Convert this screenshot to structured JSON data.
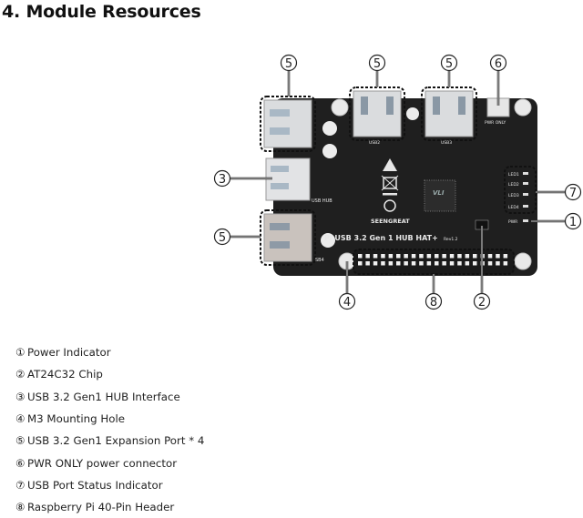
{
  "title": "4. Module Resources",
  "board": {
    "product_name": "Pi USB 3.2 Gen 1 HUB HAT+",
    "revision": "Rev1.2",
    "brand": "SEENGREAT",
    "silkscreen": {
      "pwr_only": "PWR ONLY",
      "usb_hub": "USB HUB",
      "usb2": "USB2",
      "usb3": "USB3",
      "usb4": "SB4",
      "led1": "LED1",
      "led2": "LED2",
      "led3": "LED3",
      "led4": "LED4",
      "pwr": "PWR",
      "chip_mark": "VLI"
    },
    "colors": {
      "pcb": "#1f1f1f",
      "port_metal": "#d9dbdd",
      "callout": "#222222"
    }
  },
  "callouts": {
    "c1": "1",
    "c2": "2",
    "c3": "3",
    "c4": "4",
    "c5": "5",
    "c6": "6",
    "c7": "7",
    "c8": "8"
  },
  "legend": [
    {
      "num": "①",
      "label": "Power Indicator"
    },
    {
      "num": "②",
      "label": "AT24C32 Chip"
    },
    {
      "num": "③",
      "label": "USB 3.2 Gen1 HUB Interface"
    },
    {
      "num": "④",
      "label": "M3 Mounting Hole"
    },
    {
      "num": "⑤",
      "label": "USB 3.2 Gen1 Expansion Port * 4"
    },
    {
      "num": "⑥",
      "label": "PWR ONLY power connector"
    },
    {
      "num": "⑦",
      "label": "USB Port Status Indicator"
    },
    {
      "num": "⑧",
      "label": "Raspberry Pi 40-Pin Header"
    }
  ]
}
